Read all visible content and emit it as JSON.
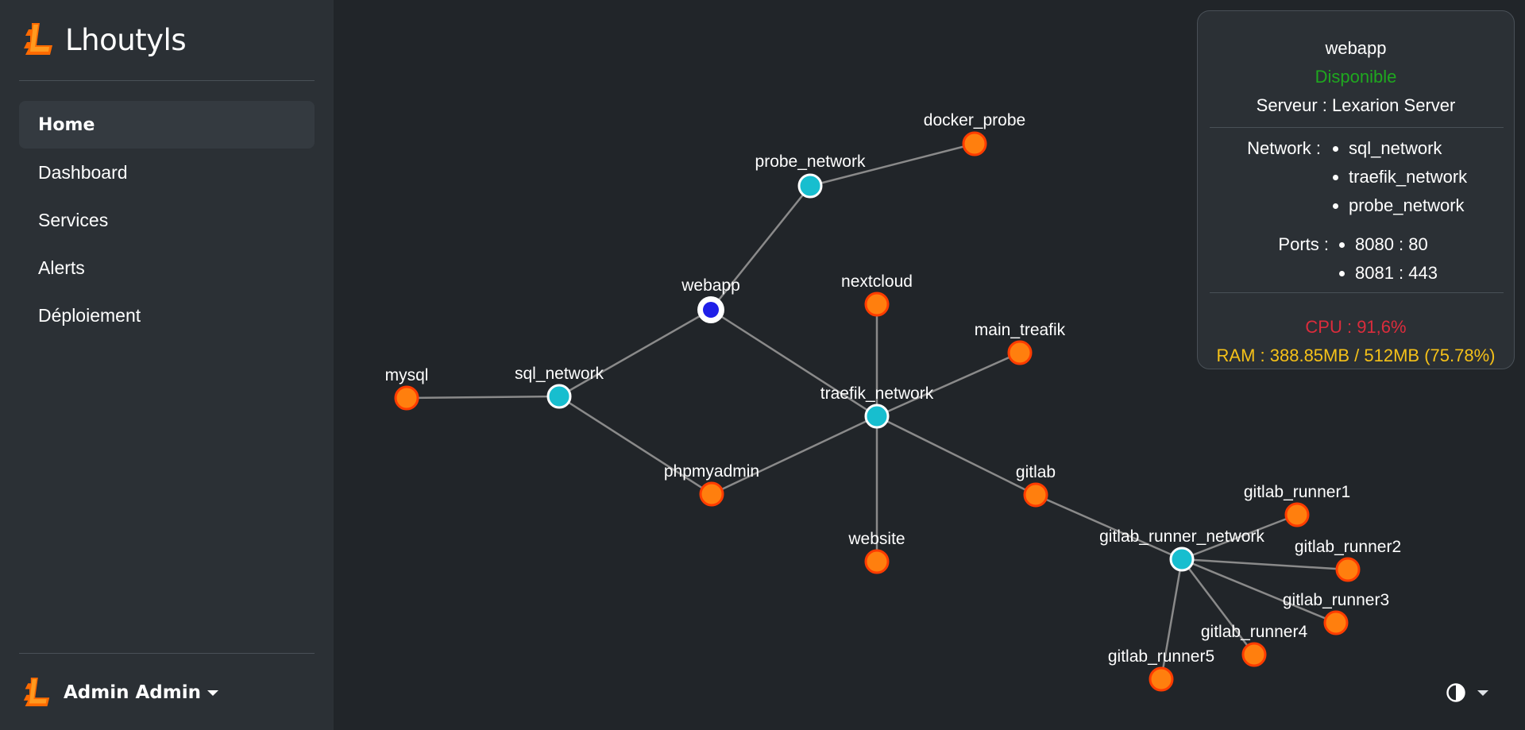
{
  "brand": {
    "name": "Lhoutyls"
  },
  "nav": [
    {
      "label": "Home",
      "active": true
    },
    {
      "label": "Dashboard"
    },
    {
      "label": "Services"
    },
    {
      "label": "Alerts"
    },
    {
      "label": "Déploiement"
    }
  ],
  "user": {
    "name": "Admin Admin"
  },
  "theme": {
    "icon": "contrast-icon"
  },
  "graph": {
    "nodes": [
      {
        "id": "webapp",
        "kind": "selected"
      },
      {
        "id": "probe_network",
        "kind": "network"
      },
      {
        "id": "docker_probe",
        "kind": "service"
      },
      {
        "id": "nextcloud",
        "kind": "service"
      },
      {
        "id": "main_treafik",
        "kind": "service"
      },
      {
        "id": "mysql",
        "kind": "service"
      },
      {
        "id": "sql_network",
        "kind": "network"
      },
      {
        "id": "traefik_network",
        "kind": "network"
      },
      {
        "id": "phpmyadmin",
        "kind": "service"
      },
      {
        "id": "gitlab",
        "kind": "service"
      },
      {
        "id": "website",
        "kind": "service"
      },
      {
        "id": "gitlab_runner_network",
        "kind": "network"
      },
      {
        "id": "gitlab_runner1",
        "kind": "service"
      },
      {
        "id": "gitlab_runner2",
        "kind": "service"
      },
      {
        "id": "gitlab_runner3",
        "kind": "service"
      },
      {
        "id": "gitlab_runner4",
        "kind": "service"
      },
      {
        "id": "gitlab_runner5",
        "kind": "service"
      }
    ],
    "edges": [
      [
        "probe_network",
        "docker_probe"
      ],
      [
        "webapp",
        "probe_network"
      ],
      [
        "webapp",
        "sql_network"
      ],
      [
        "webapp",
        "traefik_network"
      ],
      [
        "mysql",
        "sql_network"
      ],
      [
        "sql_network",
        "phpmyadmin"
      ],
      [
        "phpmyadmin",
        "traefik_network"
      ],
      [
        "nextcloud",
        "traefik_network"
      ],
      [
        "main_treafik",
        "traefik_network"
      ],
      [
        "traefik_network",
        "website"
      ],
      [
        "traefik_network",
        "gitlab"
      ],
      [
        "gitlab",
        "gitlab_runner_network"
      ],
      [
        "gitlab_runner_network",
        "gitlab_runner1"
      ],
      [
        "gitlab_runner_network",
        "gitlab_runner2"
      ],
      [
        "gitlab_runner_network",
        "gitlab_runner3"
      ],
      [
        "gitlab_runner_network",
        "gitlab_runner4"
      ],
      [
        "gitlab_runner_network",
        "gitlab_runner5"
      ]
    ],
    "colors": {
      "service": "#ff7f0e",
      "service_stroke": "#ff3c00",
      "network": "#17becf",
      "selected": "#1f1fe8",
      "edge": "#8a8a8a"
    }
  },
  "info": {
    "title": "webapp",
    "status": "Disponible",
    "server": "Serveur : Lexarion Server",
    "network_label": "Network :",
    "networks": [
      "sql_network",
      "traefik_network",
      "probe_network"
    ],
    "ports_label": "Ports :",
    "ports": [
      "8080 : 80",
      "8081 : 443"
    ],
    "cpu": "CPU : 91,6%",
    "ram": "RAM : 388.85MB / 512MB (75.78%)",
    "colors": {
      "status": "#1fa81f",
      "cpu": "#dc2c3c",
      "ram": "#f5c119"
    }
  }
}
